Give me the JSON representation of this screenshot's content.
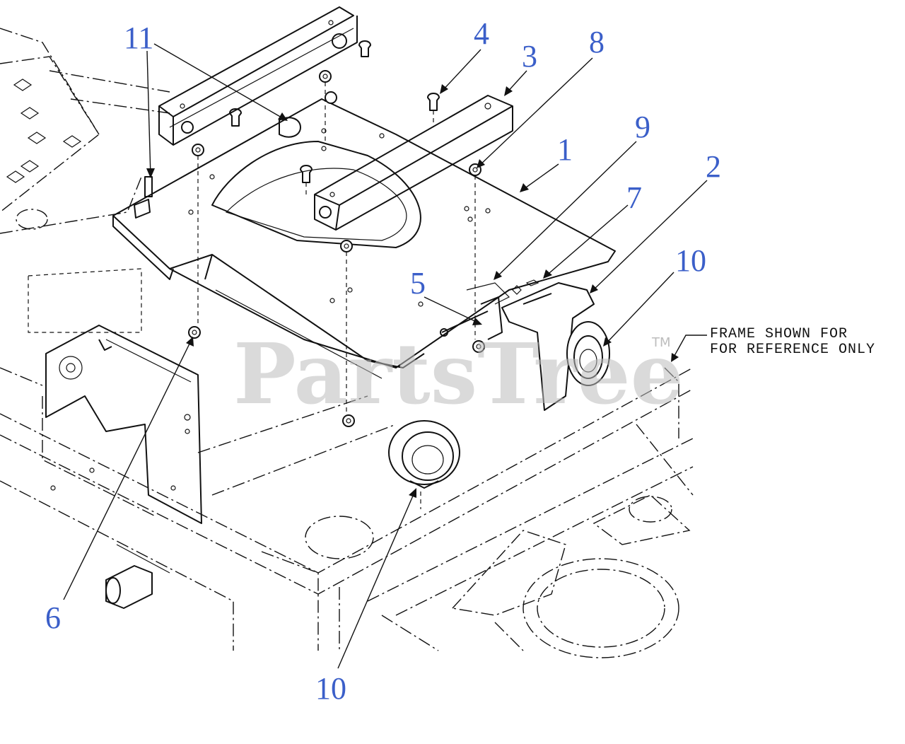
{
  "watermark": {
    "text": "PartsTree",
    "trademark": "TM"
  },
  "note": {
    "line1": "FRAME SHOWN FOR",
    "line2": "FOR REFERENCE ONLY"
  },
  "callouts": [
    {
      "id": "c11",
      "label": "11"
    },
    {
      "id": "c4",
      "label": "4"
    },
    {
      "id": "c3",
      "label": "3"
    },
    {
      "id": "c8",
      "label": "8"
    },
    {
      "id": "c9",
      "label": "9"
    },
    {
      "id": "c1",
      "label": "1"
    },
    {
      "id": "c2",
      "label": "2"
    },
    {
      "id": "c7",
      "label": "7"
    },
    {
      "id": "c10a",
      "label": "10"
    },
    {
      "id": "c5",
      "label": "5"
    },
    {
      "id": "c6",
      "label": "6"
    },
    {
      "id": "c10b",
      "label": "10"
    }
  ]
}
